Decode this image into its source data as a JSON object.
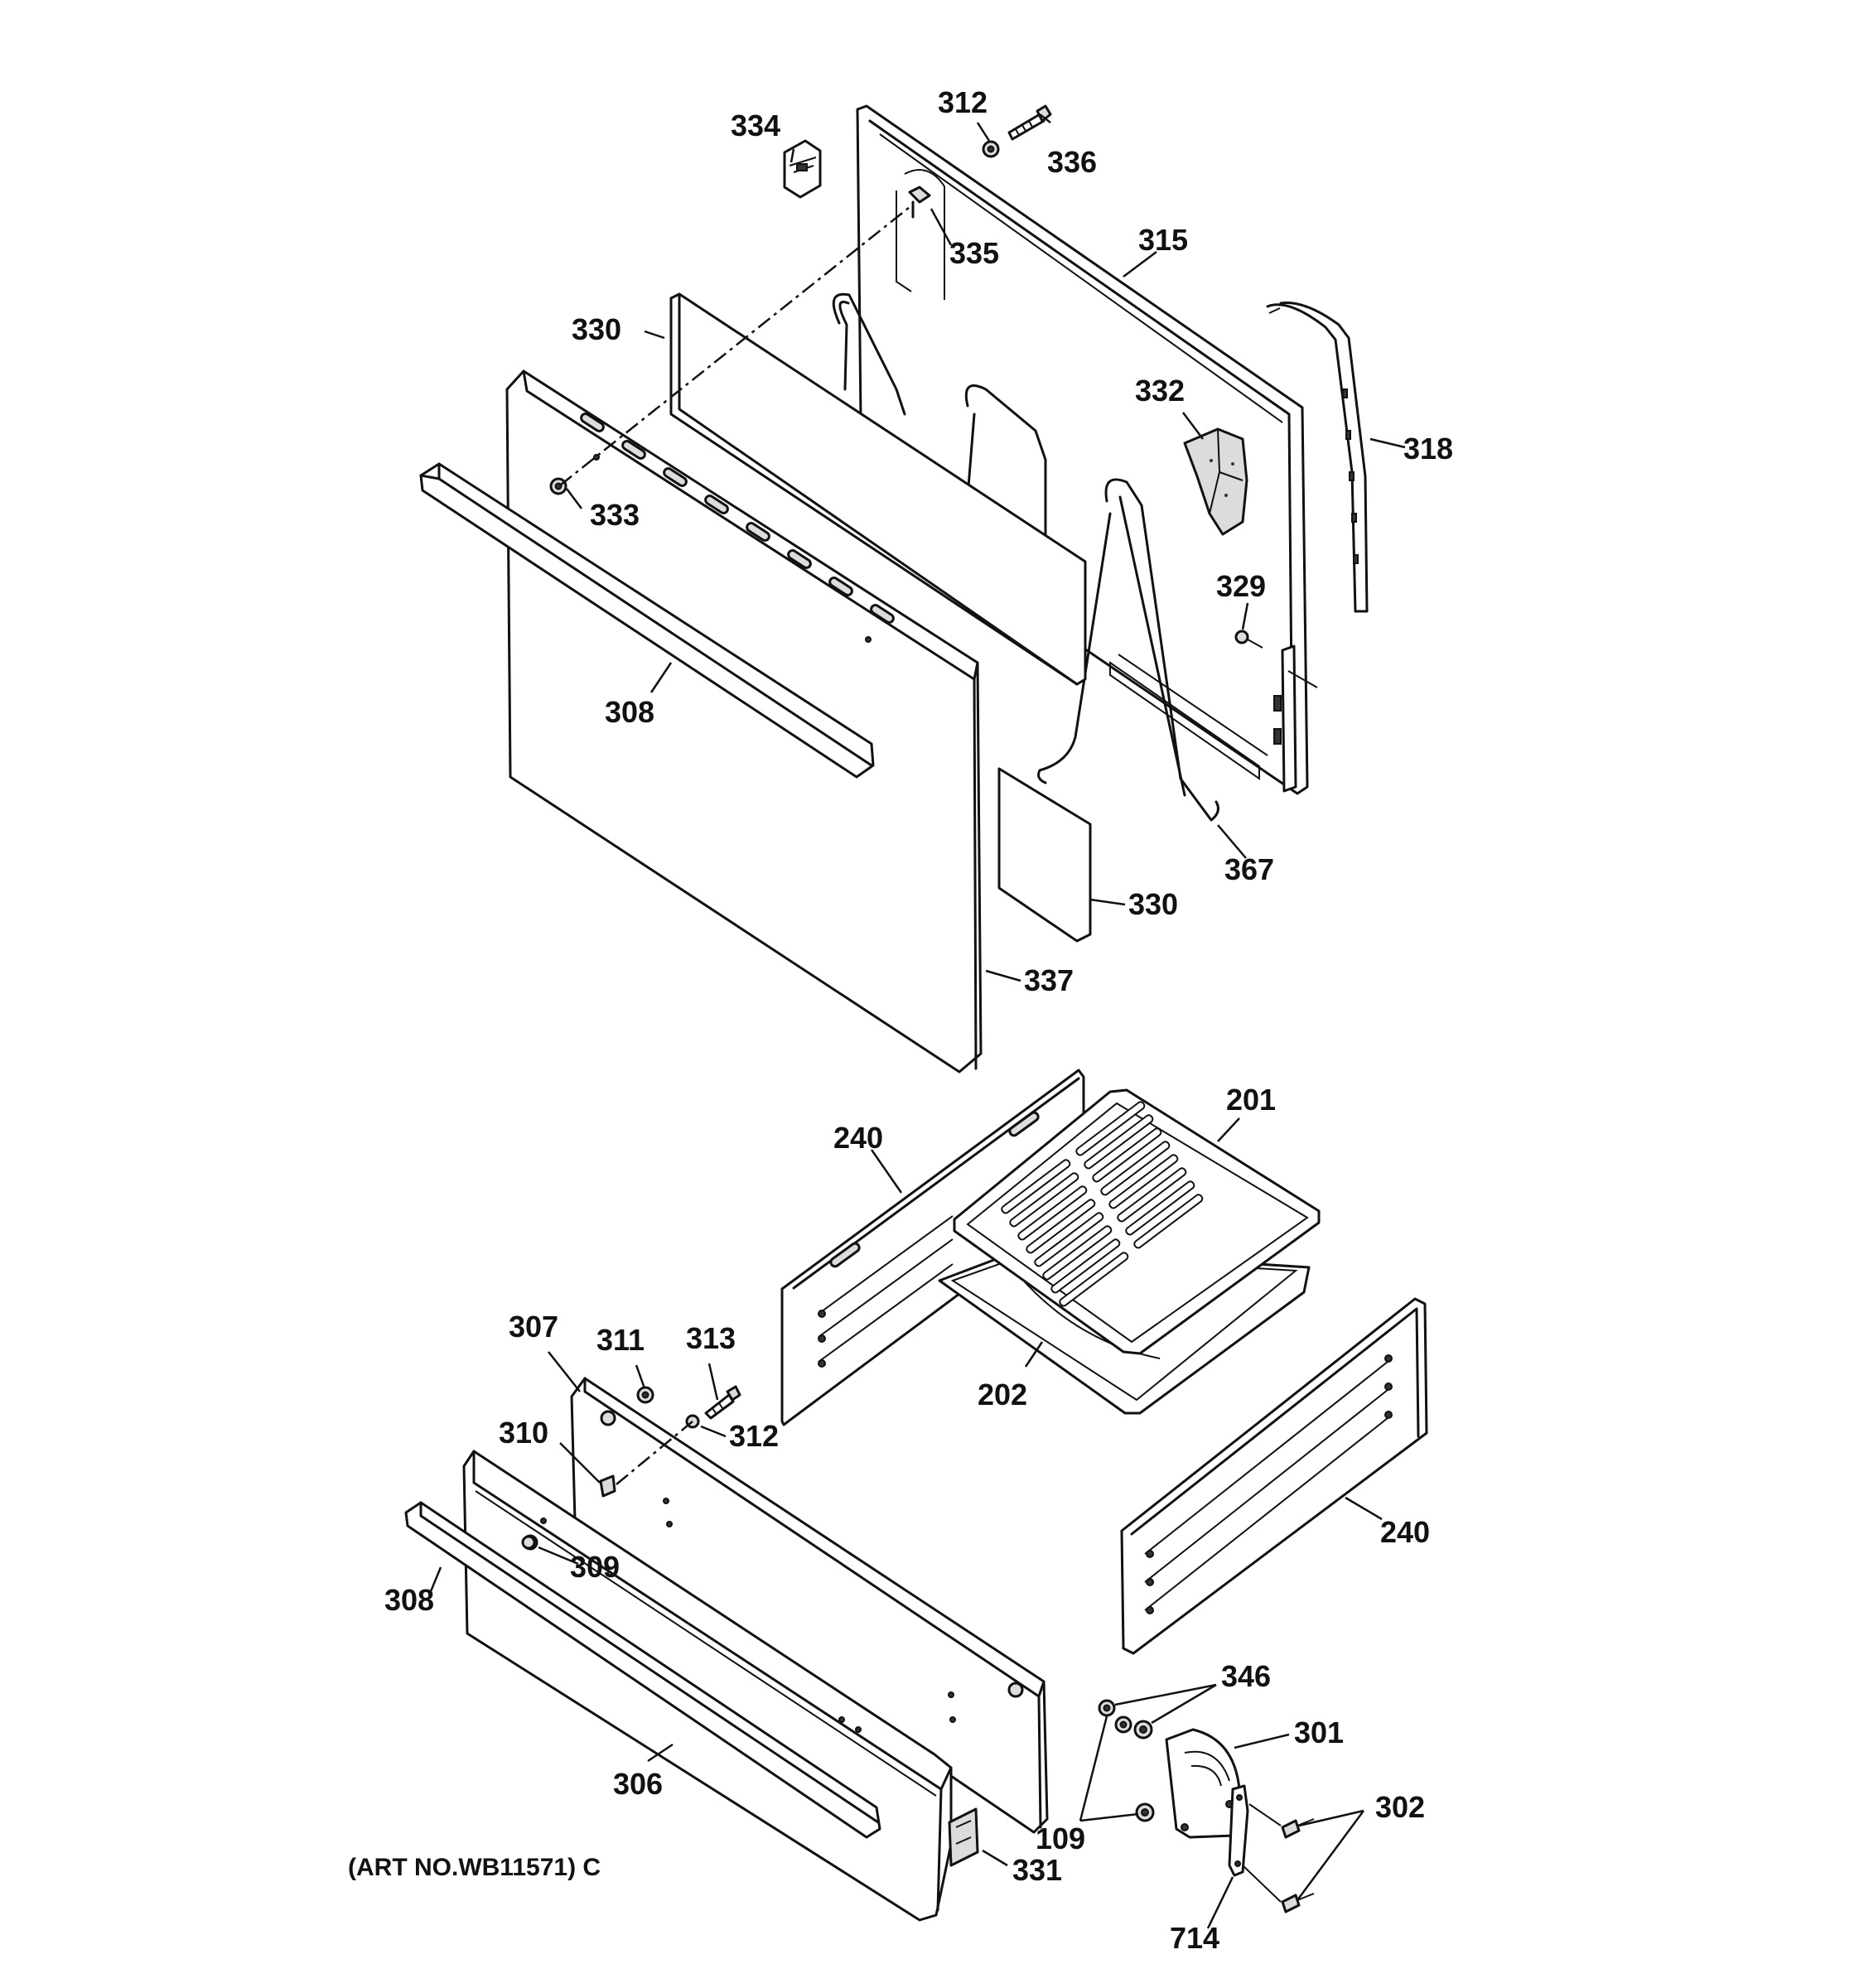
{
  "diagram": {
    "art_number": "(ART NO.WB11571) C",
    "labels": {
      "p312_top": "312",
      "p334": "334",
      "p336": "336",
      "p335": "335",
      "p315": "315",
      "p330_top": "330",
      "p332": "332",
      "p318": "318",
      "p333": "333",
      "p329": "329",
      "p308_top": "308",
      "p367": "367",
      "p330_bottom": "330",
      "p337": "337",
      "p201": "201",
      "p240_left": "240",
      "p307": "307",
      "p311": "311",
      "p313": "313",
      "p312_bottom": "312",
      "p202": "202",
      "p310": "310",
      "p240_right": "240",
      "p309": "309",
      "p308_bottom": "308",
      "p346": "346",
      "p301": "301",
      "p306": "306",
      "p302": "302",
      "p109": "109",
      "p331": "331",
      "p714": "714"
    }
  }
}
